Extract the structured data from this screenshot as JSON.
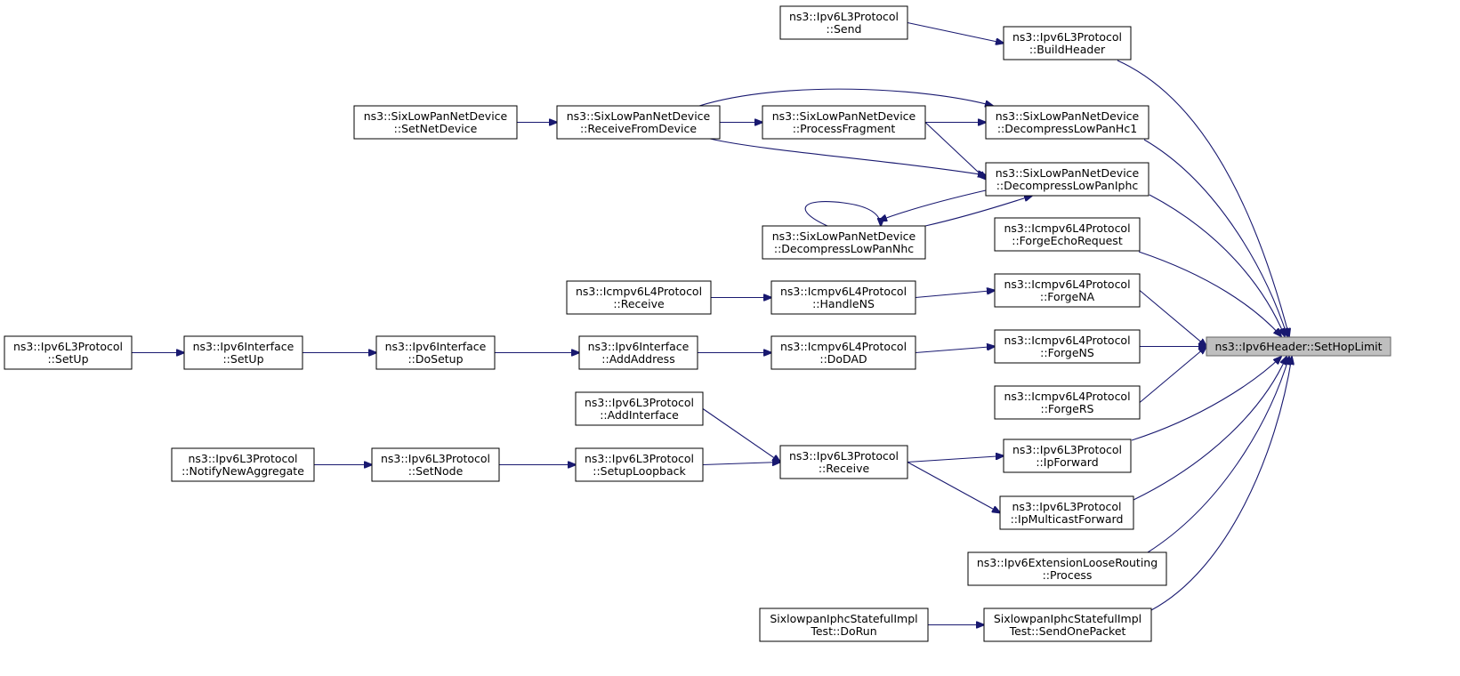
{
  "graph": {
    "edge_color": "#191970",
    "root_fill": "#bfbfbf",
    "nodes": {
      "SetHopLimit": [
        "ns3::Ipv6Header::SetHopLimit"
      ],
      "L3Send": [
        "ns3::Ipv6L3Protocol",
        "::Send"
      ],
      "BuildHeader": [
        "ns3::Ipv6L3Protocol",
        "::BuildHeader"
      ],
      "SLSetNetDevice": [
        "ns3::SixLowPanNetDevice",
        "::SetNetDevice"
      ],
      "ReceiveFromDevice": [
        "ns3::SixLowPanNetDevice",
        "::ReceiveFromDevice"
      ],
      "ProcessFragment": [
        "ns3::SixLowPanNetDevice",
        "::ProcessFragment"
      ],
      "DecompressHc1": [
        "ns3::SixLowPanNetDevice",
        "::DecompressLowPanHc1"
      ],
      "DecompressIphc": [
        "ns3::SixLowPanNetDevice",
        "::DecompressLowPanIphc"
      ],
      "DecompressNhc": [
        "ns3::SixLowPanNetDevice",
        "::DecompressLowPanNhc"
      ],
      "ForgeEchoRequest": [
        "ns3::Icmpv6L4Protocol",
        "::ForgeEchoRequest"
      ],
      "IcmpReceive": [
        "ns3::Icmpv6L4Protocol",
        "::Receive"
      ],
      "HandleNS": [
        "ns3::Icmpv6L4Protocol",
        "::HandleNS"
      ],
      "ForgeNA": [
        "ns3::Icmpv6L4Protocol",
        "::ForgeNA"
      ],
      "L3SetUp": [
        "ns3::Ipv6L3Protocol",
        "::SetUp"
      ],
      "IfSetUp": [
        "ns3::Ipv6Interface",
        "::SetUp"
      ],
      "DoSetup": [
        "ns3::Ipv6Interface",
        "::DoSetup"
      ],
      "AddAddress": [
        "ns3::Ipv6Interface",
        "::AddAddress"
      ],
      "DoDAD": [
        "ns3::Icmpv6L4Protocol",
        "::DoDAD"
      ],
      "ForgeNS": [
        "ns3::Icmpv6L4Protocol",
        "::ForgeNS"
      ],
      "ForgeRS": [
        "ns3::Icmpv6L4Protocol",
        "::ForgeRS"
      ],
      "AddInterface": [
        "ns3::Ipv6L3Protocol",
        "::AddInterface"
      ],
      "NotifyNewAggregate": [
        "ns3::Ipv6L3Protocol",
        "::NotifyNewAggregate"
      ],
      "SetNode": [
        "ns3::Ipv6L3Protocol",
        "::SetNode"
      ],
      "SetupLoopback": [
        "ns3::Ipv6L3Protocol",
        "::SetupLoopback"
      ],
      "L3Receive": [
        "ns3::Ipv6L3Protocol",
        "::Receive"
      ],
      "IpForward": [
        "ns3::Ipv6L3Protocol",
        "::IpForward"
      ],
      "IpMulticastForward": [
        "ns3::Ipv6L3Protocol",
        "::IpMulticastForward"
      ],
      "LooseRoutingProcess": [
        "ns3::Ipv6ExtensionLooseRouting",
        "::Process"
      ],
      "DoRun": [
        "SixlowpanIphcStatefulImpl",
        "Test::DoRun"
      ],
      "SendOnePacket": [
        "SixlowpanIphcStatefulImpl",
        "Test::SendOnePacket"
      ]
    },
    "edges": [
      [
        "L3Send",
        "BuildHeader"
      ],
      [
        "BuildHeader",
        "SetHopLimit"
      ],
      [
        "SLSetNetDevice",
        "ReceiveFromDevice"
      ],
      [
        "ReceiveFromDevice",
        "ProcessFragment"
      ],
      [
        "ReceiveFromDevice",
        "DecompressHc1"
      ],
      [
        "ReceiveFromDevice",
        "DecompressIphc"
      ],
      [
        "ProcessFragment",
        "DecompressHc1"
      ],
      [
        "ProcessFragment",
        "DecompressIphc"
      ],
      [
        "DecompressNhc",
        "DecompressIphc"
      ],
      [
        "DecompressIphc",
        "DecompressNhc"
      ],
      [
        "DecompressNhc",
        "DecompressNhc"
      ],
      [
        "DecompressHc1",
        "SetHopLimit"
      ],
      [
        "DecompressIphc",
        "SetHopLimit"
      ],
      [
        "ForgeEchoRequest",
        "SetHopLimit"
      ],
      [
        "IcmpReceive",
        "HandleNS"
      ],
      [
        "HandleNS",
        "ForgeNA"
      ],
      [
        "ForgeNA",
        "SetHopLimit"
      ],
      [
        "L3SetUp",
        "IfSetUp"
      ],
      [
        "IfSetUp",
        "DoSetup"
      ],
      [
        "DoSetup",
        "AddAddress"
      ],
      [
        "AddAddress",
        "DoDAD"
      ],
      [
        "DoDAD",
        "ForgeNS"
      ],
      [
        "ForgeNS",
        "SetHopLimit"
      ],
      [
        "ForgeRS",
        "SetHopLimit"
      ],
      [
        "AddInterface",
        "L3Receive"
      ],
      [
        "NotifyNewAggregate",
        "SetNode"
      ],
      [
        "SetNode",
        "SetupLoopback"
      ],
      [
        "SetupLoopback",
        "L3Receive"
      ],
      [
        "L3Receive",
        "IpForward"
      ],
      [
        "L3Receive",
        "IpMulticastForward"
      ],
      [
        "IpForward",
        "SetHopLimit"
      ],
      [
        "IpMulticastForward",
        "SetHopLimit"
      ],
      [
        "LooseRoutingProcess",
        "SetHopLimit"
      ],
      [
        "DoRun",
        "SendOnePacket"
      ],
      [
        "SendOnePacket",
        "SetHopLimit"
      ]
    ]
  }
}
